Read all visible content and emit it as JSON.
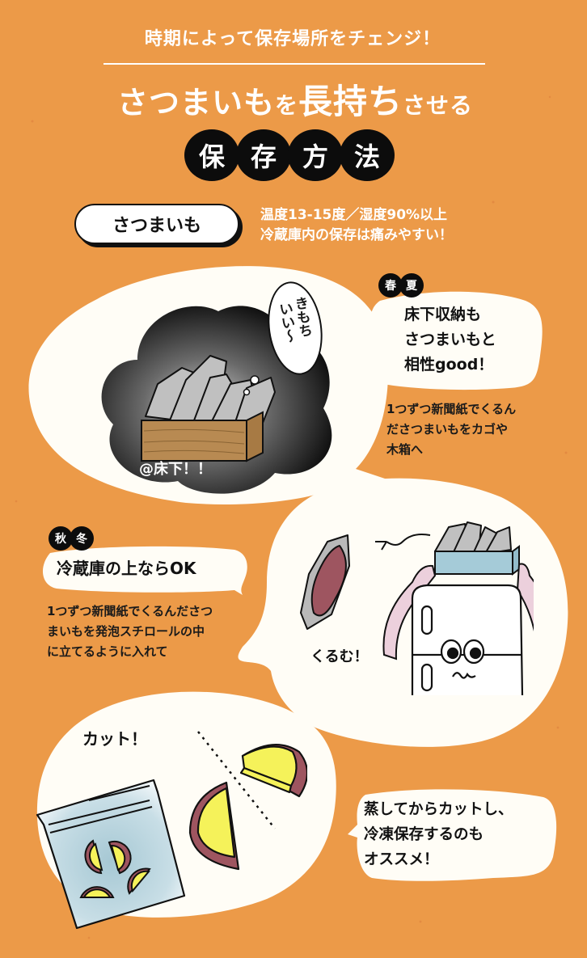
{
  "header": {
    "subtitle": "時期によって保存場所をチェンジ！",
    "title_parts": [
      "さつまいも",
      "を",
      "長持ち",
      "させる"
    ],
    "circle_chars": [
      "保",
      "存",
      "方",
      "法"
    ]
  },
  "intro": {
    "pill_label": "さつまいも",
    "info_line1": "温度13-15度／湿度90%以上",
    "info_line2": "冷蔵庫内の保存は痛みやすい！"
  },
  "spring_summer": {
    "badges": [
      "春",
      "夏"
    ],
    "bubble_lines": [
      "床下収納も",
      "さつまいもと",
      "相性good！"
    ],
    "desc_lines": [
      "1つずつ新聞紙でくるん",
      "ださつまいもをカゴや",
      "木箱へ"
    ],
    "illustration": {
      "thought_text": "きもちいい〜",
      "thought_col1": "きもち",
      "thought_col2": "いい〜",
      "location_label": "@床下！！"
    }
  },
  "autumn_winter": {
    "badges": [
      "秋",
      "冬"
    ],
    "bubble_text": "冷蔵庫の上ならOK",
    "desc_lines": [
      "1つずつ新聞紙でくるんださつ",
      "まいもを発泡スチロールの中",
      "に立てるように入れて"
    ],
    "illustration": {
      "wrap_label": "くるむ！"
    }
  },
  "freeze": {
    "cut_label": "カット！",
    "bubble_lines": [
      "蒸してからカットし、",
      "冷凍保存するのも",
      "オススメ！"
    ]
  },
  "colors": {
    "background": "#ec9a48",
    "blob": "#fffdf6",
    "black": "#0c0c0c",
    "potato_skin": "#9e5560",
    "potato_flesh": "#f5f25a",
    "box_blue": "#a5cbd8",
    "arm_pink": "#ecd0dc",
    "wrap_gray": "#b9b9b9",
    "wood": "#b88a52"
  }
}
